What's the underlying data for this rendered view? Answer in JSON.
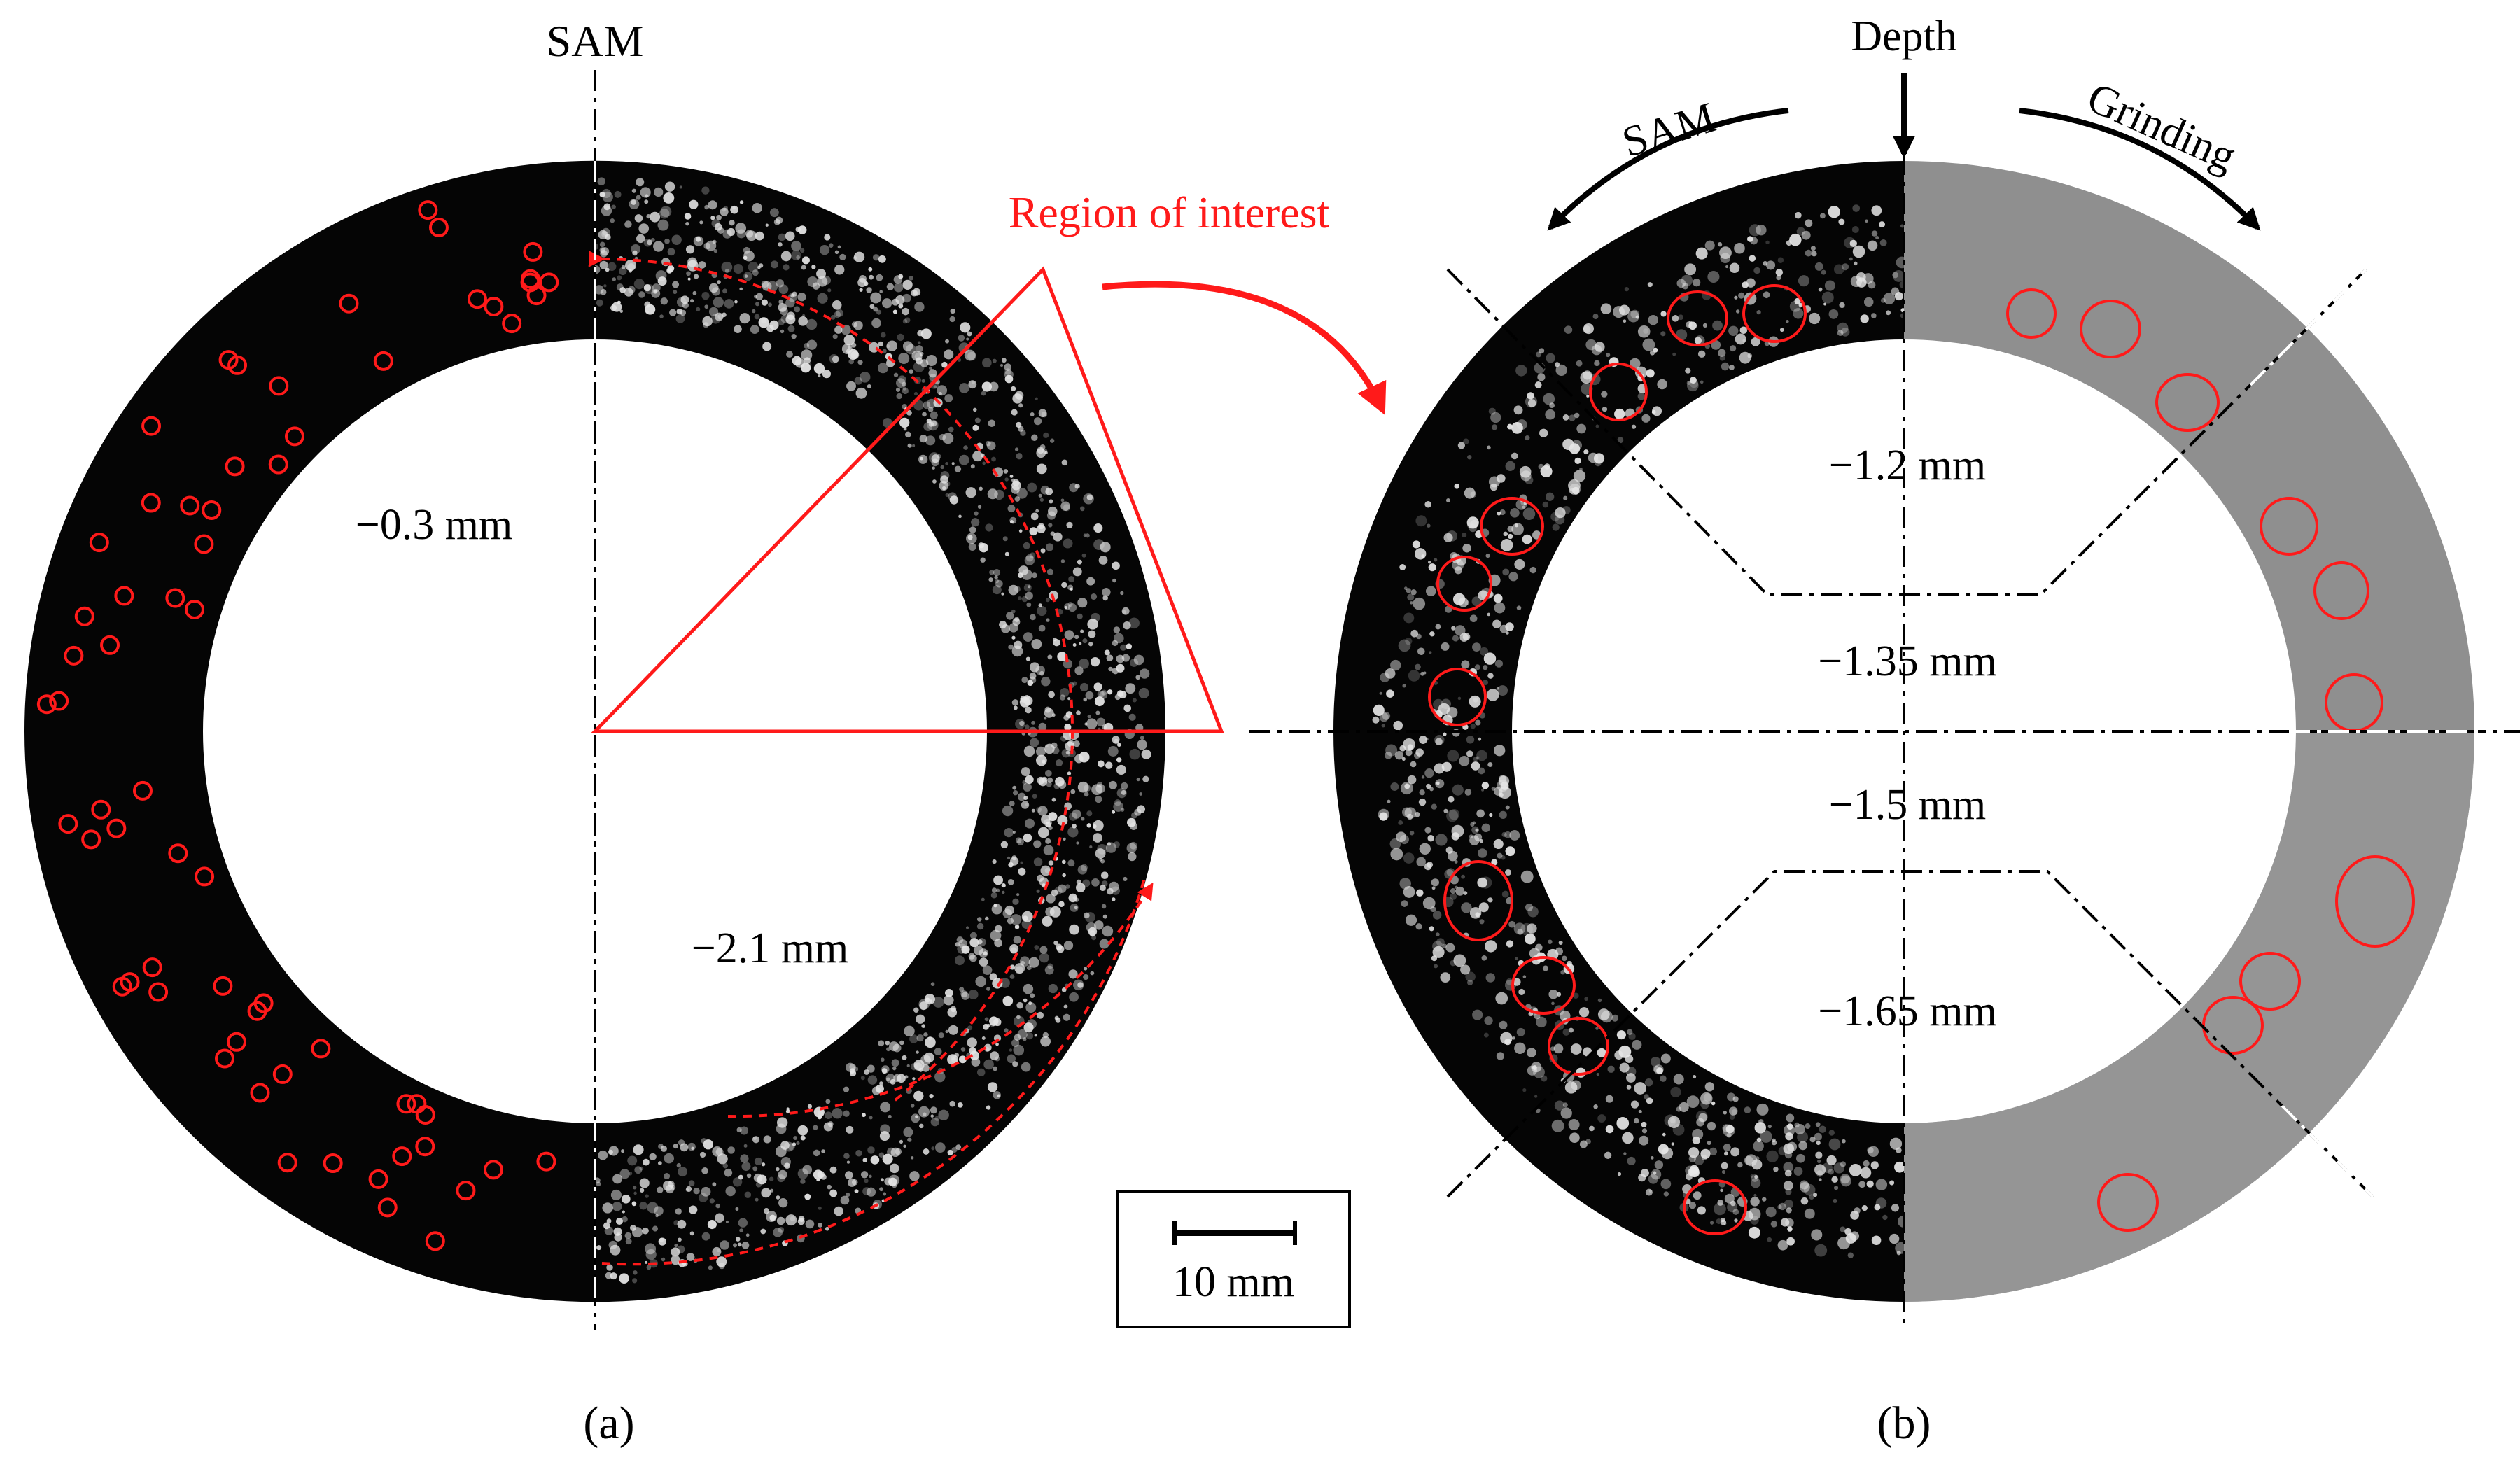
{
  "panel_a": {
    "top_label": "SAM",
    "depth_upper": "−0.3 mm",
    "depth_lower": "−2.1 mm",
    "roi_label": "Region of interest",
    "caption": "(a)"
  },
  "scale_bar": {
    "label": "10 mm"
  },
  "panel_b": {
    "top_label": "Depth",
    "left_arc_label": "SAM",
    "right_arc_label": "Grinding",
    "depths": [
      "−1.2 mm",
      "−1.35 mm",
      "−1.5 mm",
      "−1.65 mm"
    ],
    "caption": "(b)"
  },
  "colors": {
    "accent_red": "#ff1a1a",
    "ring_dark": "#050505",
    "grinding_gray": "#8f8f8f",
    "speckle": "#e6e6e6"
  }
}
